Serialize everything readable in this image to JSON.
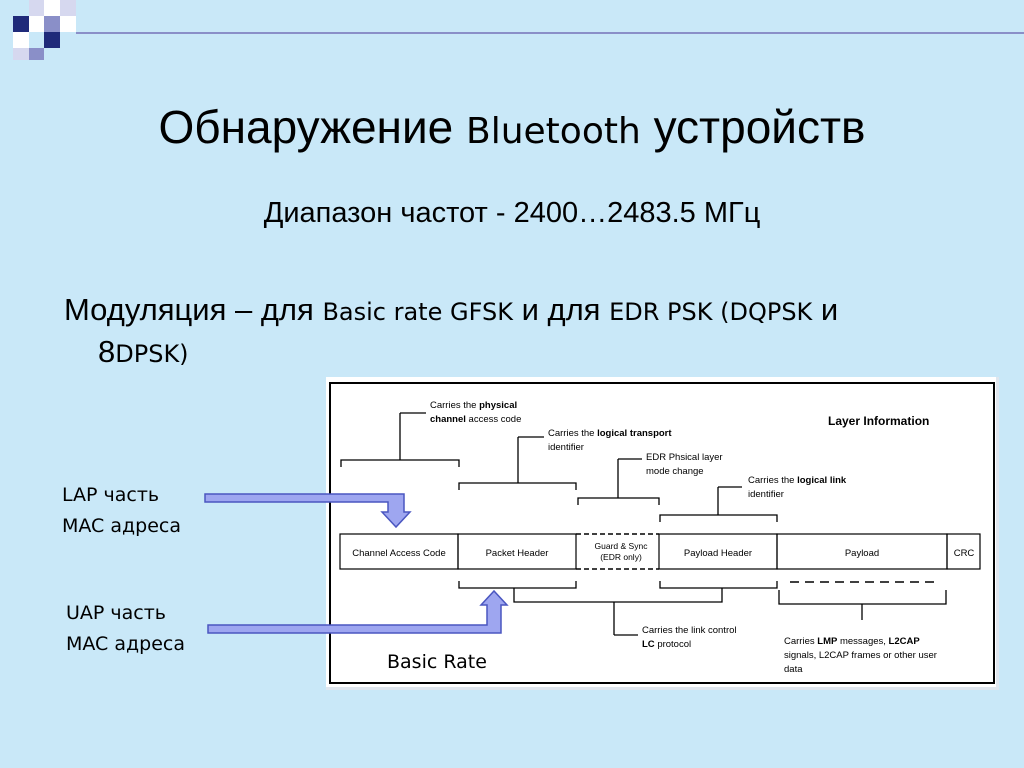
{
  "slide": {
    "title_pre": "Обнаружение",
    "title_bt": "Bluetooth",
    "title_post": "устройств",
    "subtitle": "Диапазон частот - 2400…2483.5 МГц",
    "mod_a": "Модуляция – для",
    "mod_b": "Basic rate GFSK",
    "mod_c": "и для",
    "mod_d": "EDR PSK (DQPSK",
    "mod_e": "и",
    "mod_f": "8",
    "mod_g": "DPSK)",
    "lap_line1": "LAP часть",
    "lap_line2": "MAC адреса",
    "uap_line1": "UAP часть",
    "uap_line2": "MAC адреса",
    "basic_rate": "Basic Rate"
  },
  "diagram": {
    "layer_info": "Layer Information",
    "fields": {
      "access_code": "Channel Access Code",
      "packet_header": "Packet Header",
      "guard_1": "Guard & Sync",
      "guard_2": "(EDR only)",
      "payload_header": "Payload Header",
      "payload": "Payload",
      "crc": "CRC"
    },
    "annotations": {
      "physical_1_a": "Carries the",
      "physical_1_b": "physical",
      "physical_2_a": "channel",
      "physical_2_b": "access code",
      "transport_1_a": "Carries the",
      "transport_1_b": "logical transport",
      "transport_2": "identifier",
      "edr_1": "EDR Phsical layer",
      "edr_2": "mode change",
      "link_1_a": "Carries the",
      "link_1_b": "logical link",
      "link_2": "identifier",
      "lc_1": "Carries the link control",
      "lc_2_a": "LC",
      "lc_2_b": "protocol",
      "lmp_1_a": "Carries",
      "lmp_1_b": "LMP",
      "lmp_1_c": "messages,",
      "lmp_1_d": "L2CAP",
      "lmp_2": "signals, L2CAP frames or other user",
      "lmp_3": "data"
    }
  },
  "colors": {
    "background": "#c9e8f8",
    "arrow_fill": "#9ea6f0",
    "arrow_stroke": "#4a56c0",
    "corner_dark": "#1f2a7a",
    "corner_mid": "#8a8fc8",
    "corner_light": "#d6d8ef"
  }
}
